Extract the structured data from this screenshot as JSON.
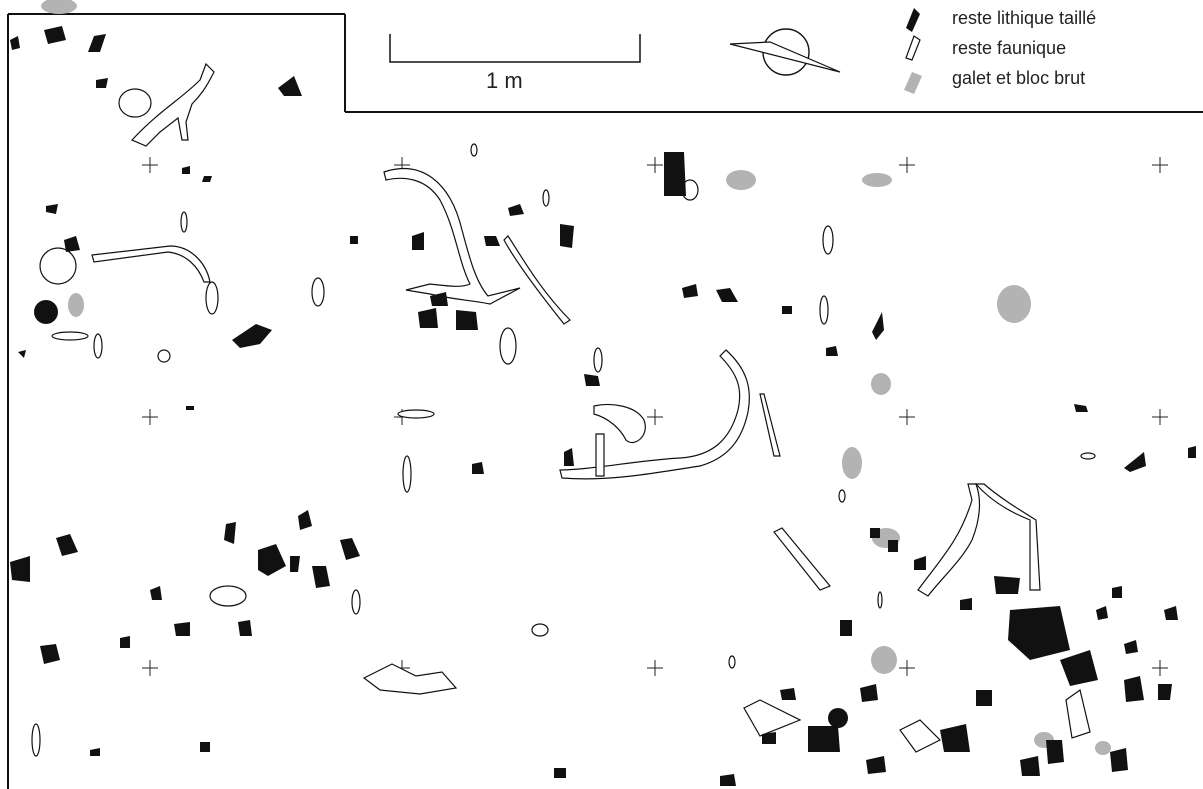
{
  "legend": {
    "items": [
      {
        "label": "reste lithique taillé",
        "symbol": "lithic-icon",
        "color": "#111111"
      },
      {
        "label": "reste faunique",
        "symbol": "fauna-icon",
        "color": "#ffffff"
      },
      {
        "label": "galet et bloc brut",
        "symbol": "pebble-icon",
        "color": "#b3b3b3"
      }
    ]
  },
  "scale": {
    "label": "1 m"
  },
  "north_arrow": {
    "icon": "north-arrow-icon"
  },
  "colors": {
    "lithic": "#111111",
    "fauna": "#ffffff",
    "pebble": "#b3b3b3",
    "line": "#111111"
  }
}
